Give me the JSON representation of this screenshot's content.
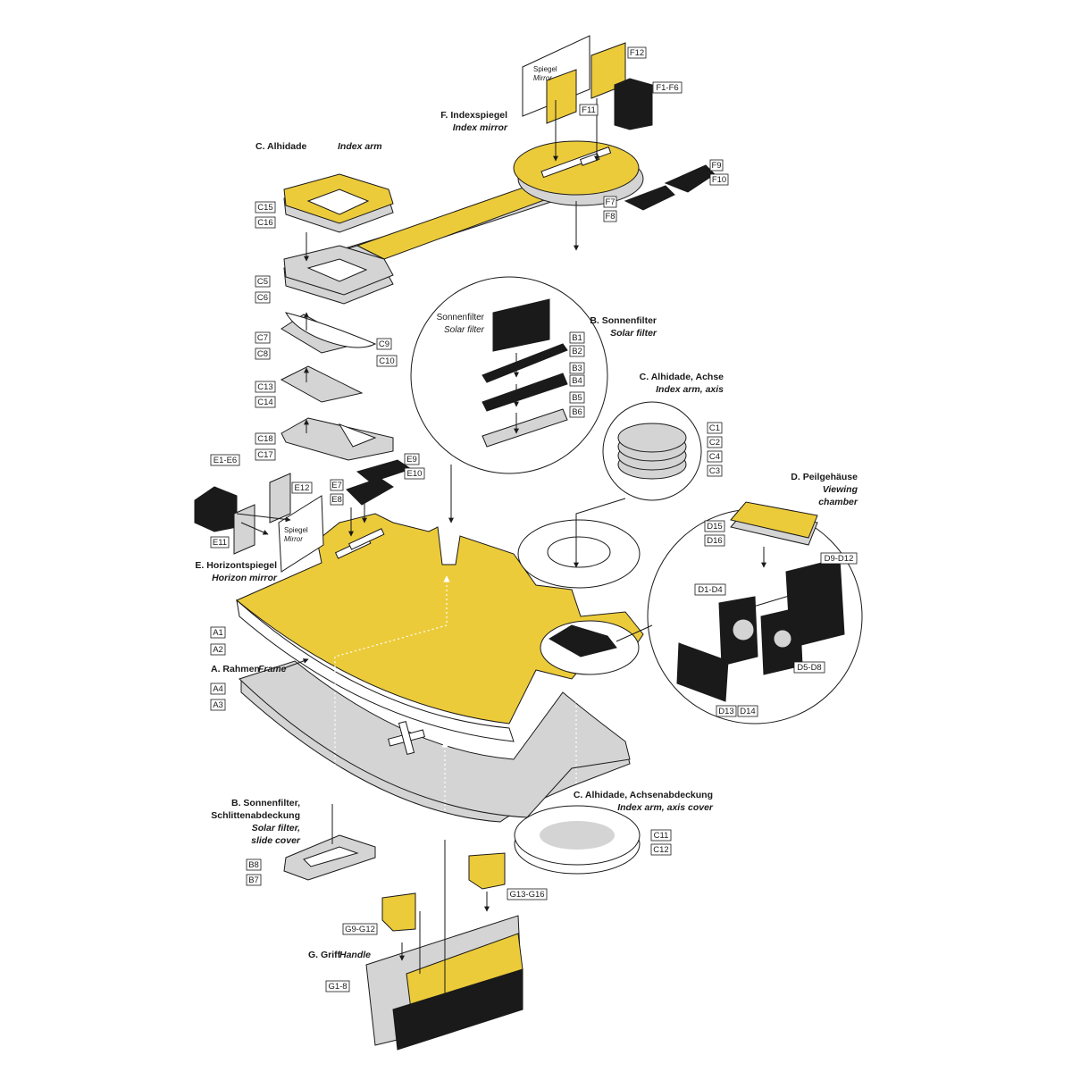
{
  "colors": {
    "accent": "#eccb3a",
    "gray": "#d4d4d4",
    "ink": "#1a1a1a"
  },
  "groups": {
    "indexspiegel": {
      "title": "F. Indexspiegel",
      "subtitle": "Index mirror"
    },
    "alhidade": {
      "title": "C. Alhidade",
      "subtitle": "Index arm"
    },
    "sonnenfilter": {
      "title": "B. Sonnenfilter",
      "subtitle": "Solar filter"
    },
    "achse": {
      "title": "C. Alhidade, Achse",
      "subtitle": "Index arm, axis"
    },
    "peilgehaeuse": {
      "title": "D. Peilgehäuse",
      "subtitle": "Viewing",
      "subtitle2": "chamber"
    },
    "horizontspiegel": {
      "title": "E. Horizontspiegel",
      "subtitle": "Horizon mirror"
    },
    "rahmen": {
      "title": "A. Rahmen",
      "subtitle": "Frame"
    },
    "achsenabdeckung": {
      "title": "C. Alhidade, Achsenabdeckung",
      "subtitle": "Index arm, axis cover"
    },
    "schlitten": {
      "title": "B. Sonnenfilter,",
      "title2": "Schlittenabdeckung",
      "subtitle": "Solar filter,",
      "subtitle2": "slide cover"
    },
    "griff": {
      "title": "G. Griff",
      "subtitle": "Handle"
    }
  },
  "inline_labels": {
    "spiegel_f": "Spiegel",
    "mirror_f": "Mirror",
    "spiegel_e": "Spiegel",
    "mirror_e": "Mirror",
    "sonnenfilter": "Sonnenfilter",
    "solar_filter": "Solar filter"
  },
  "tags": {
    "f12": "F12",
    "f1f6": "F1-F6",
    "f11": "F11",
    "f9": "F9",
    "f10": "F10",
    "f7": "F7",
    "f8": "F8",
    "c15": "C15",
    "c16": "C16",
    "c5": "C5",
    "c6": "C6",
    "c7": "C7",
    "c8": "C8",
    "c9": "C9",
    "c10": "C10",
    "c13": "C13",
    "c14": "C14",
    "c18": "C18",
    "c17": "C17",
    "b1": "B1",
    "b2": "B2",
    "b3": "B3",
    "b4": "B4",
    "b5": "B5",
    "b6": "B6",
    "c1": "C1",
    "c2": "C2",
    "c4": "C4",
    "c3": "C3",
    "e1e6": "E1-E6",
    "e12": "E12",
    "e11": "E11",
    "e7": "E7",
    "e8": "E8",
    "e9": "E9",
    "e10": "E10",
    "d15": "D15",
    "d16": "D16",
    "d9d12": "D9-D12",
    "d1d4": "D1-D4",
    "d5d8": "D5-D8",
    "d13": "D13",
    "d14": "D14",
    "a1": "A1",
    "a2": "A2",
    "a4": "A4",
    "a3": "A3",
    "c11": "C11",
    "c12": "C12",
    "b8": "B8",
    "b7": "B7",
    "g13g16": "G13-G16",
    "g9g12": "G9-G12",
    "g18": "G1-8"
  }
}
